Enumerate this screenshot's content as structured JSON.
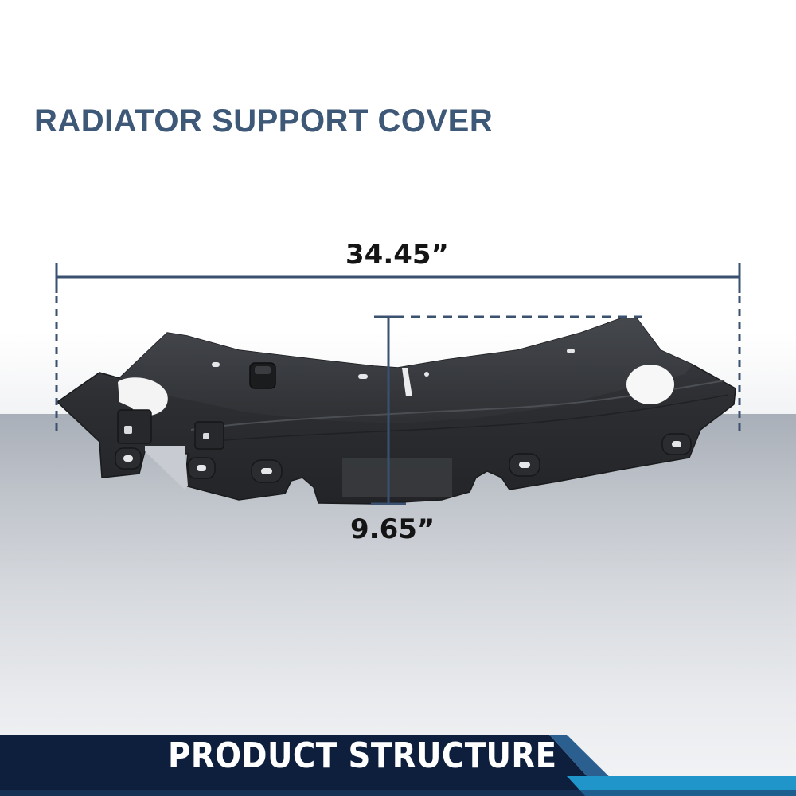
{
  "title": "RADIATOR SUPPORT COVER",
  "dimensions": {
    "width": "34.45”",
    "height": "9.65”"
  },
  "banner": {
    "label": "PRODUCT STRUCTURE"
  },
  "colors": {
    "title": "#3e5878",
    "dimension_lines": "#3a5170",
    "part": "#2b2d30",
    "banner_dark": "#0e1e3d",
    "banner_accent": "#1f95c9"
  },
  "icons": [
    "radiator-support-cover-part",
    "width-dimension-line",
    "height-dimension-line"
  ]
}
